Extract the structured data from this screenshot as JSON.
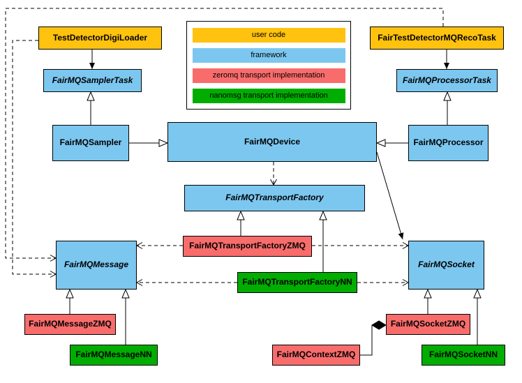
{
  "legend": {
    "items": [
      {
        "label": "user code",
        "color": "#FFC20E"
      },
      {
        "label": "framework",
        "color": "#7CC7F0"
      },
      {
        "label": "zeromq transport implementation",
        "color": "#F96C6C"
      },
      {
        "label": "nanomsg transport implementation",
        "color": "#00AD00"
      }
    ]
  },
  "nodes": {
    "testDetectorDigiLoader": {
      "label": "TestDetectorDigiLoader",
      "category": "user code"
    },
    "fairTestDetectorMQRecoTask": {
      "label": "FairTestDetectorMQRecoTask",
      "category": "user code"
    },
    "fairMQSamplerTask": {
      "label": "FairMQSamplerTask",
      "category": "framework",
      "abstract": true
    },
    "fairMQProcessorTask": {
      "label": "FairMQProcessorTask",
      "category": "framework",
      "abstract": true
    },
    "fairMQSampler": {
      "label": "FairMQSampler",
      "category": "framework"
    },
    "fairMQDevice": {
      "label": "FairMQDevice",
      "category": "framework"
    },
    "fairMQProcessor": {
      "label": "FairMQProcessor",
      "category": "framework"
    },
    "fairMQTransportFactory": {
      "label": "FairMQTransportFactory",
      "category": "framework",
      "abstract": true
    },
    "fairMQTransportFactoryZMQ": {
      "label": "FairMQTransportFactoryZMQ",
      "category": "zeromq transport implementation"
    },
    "fairMQTransportFactoryNN": {
      "label": "FairMQTransportFactoryNN",
      "category": "nanomsg transport implementation"
    },
    "fairMQMessage": {
      "label": "FairMQMessage",
      "category": "framework",
      "abstract": true
    },
    "fairMQSocket": {
      "label": "FairMQSocket",
      "category": "framework",
      "abstract": true
    },
    "fairMQMessageZMQ": {
      "label": "FairMQMessageZMQ",
      "category": "zeromq transport implementation"
    },
    "fairMQMessageNN": {
      "label": "FairMQMessageNN",
      "category": "nanomsg transport implementation"
    },
    "fairMQSocketZMQ": {
      "label": "FairMQSocketZMQ",
      "category": "zeromq transport implementation"
    },
    "fairMQSocketNN": {
      "label": "FairMQSocketNN",
      "category": "nanomsg transport implementation"
    },
    "fairMQContextZMQ": {
      "label": "FairMQContextZMQ",
      "category": "zeromq transport implementation"
    }
  },
  "edges": [
    {
      "from": "TestDetectorDigiLoader",
      "to": "FairMQSamplerTask",
      "type": "directed association"
    },
    {
      "from": "FairMQSampler",
      "to": "FairMQSamplerTask",
      "type": "generalization"
    },
    {
      "from": "FairTestDetectorMQRecoTask",
      "to": "FairMQProcessorTask",
      "type": "directed association"
    },
    {
      "from": "FairMQProcessor",
      "to": "FairMQProcessorTask",
      "type": "generalization"
    },
    {
      "from": "FairMQSampler",
      "to": "FairMQDevice",
      "type": "generalization"
    },
    {
      "from": "FairMQProcessor",
      "to": "FairMQDevice",
      "type": "generalization"
    },
    {
      "from": "FairMQDevice",
      "to": "FairMQTransportFactory",
      "type": "dependency"
    },
    {
      "from": "FairMQTransportFactoryZMQ",
      "to": "FairMQTransportFactory",
      "type": "generalization"
    },
    {
      "from": "FairMQTransportFactoryNN",
      "to": "FairMQTransportFactory",
      "type": "generalization"
    },
    {
      "from": "FairMQTransportFactoryZMQ",
      "to": "FairMQMessage",
      "type": "dependency"
    },
    {
      "from": "FairMQTransportFactoryZMQ",
      "to": "FairMQSocket",
      "type": "dependency"
    },
    {
      "from": "FairMQTransportFactoryNN",
      "to": "FairMQMessage",
      "type": "dependency"
    },
    {
      "from": "FairMQTransportFactoryNN",
      "to": "FairMQSocket",
      "type": "dependency"
    },
    {
      "from": "FairMQDevice",
      "to": "FairMQSocket",
      "type": "directed association"
    },
    {
      "from": "FairMQMessageZMQ",
      "to": "FairMQMessage",
      "type": "generalization"
    },
    {
      "from": "FairMQMessageNN",
      "to": "FairMQMessage",
      "type": "generalization"
    },
    {
      "from": "FairMQSocketZMQ",
      "to": "FairMQSocket",
      "type": "generalization"
    },
    {
      "from": "FairMQSocketNN",
      "to": "FairMQSocket",
      "type": "generalization"
    },
    {
      "from": "FairMQContextZMQ",
      "to": "FairMQSocketZMQ",
      "type": "composition"
    },
    {
      "from": "TestDetectorDigiLoader",
      "to": "FairMQMessage",
      "type": "dependency"
    },
    {
      "from": "FairTestDetectorMQRecoTask",
      "to": "FairMQMessage",
      "type": "dependency"
    }
  ]
}
